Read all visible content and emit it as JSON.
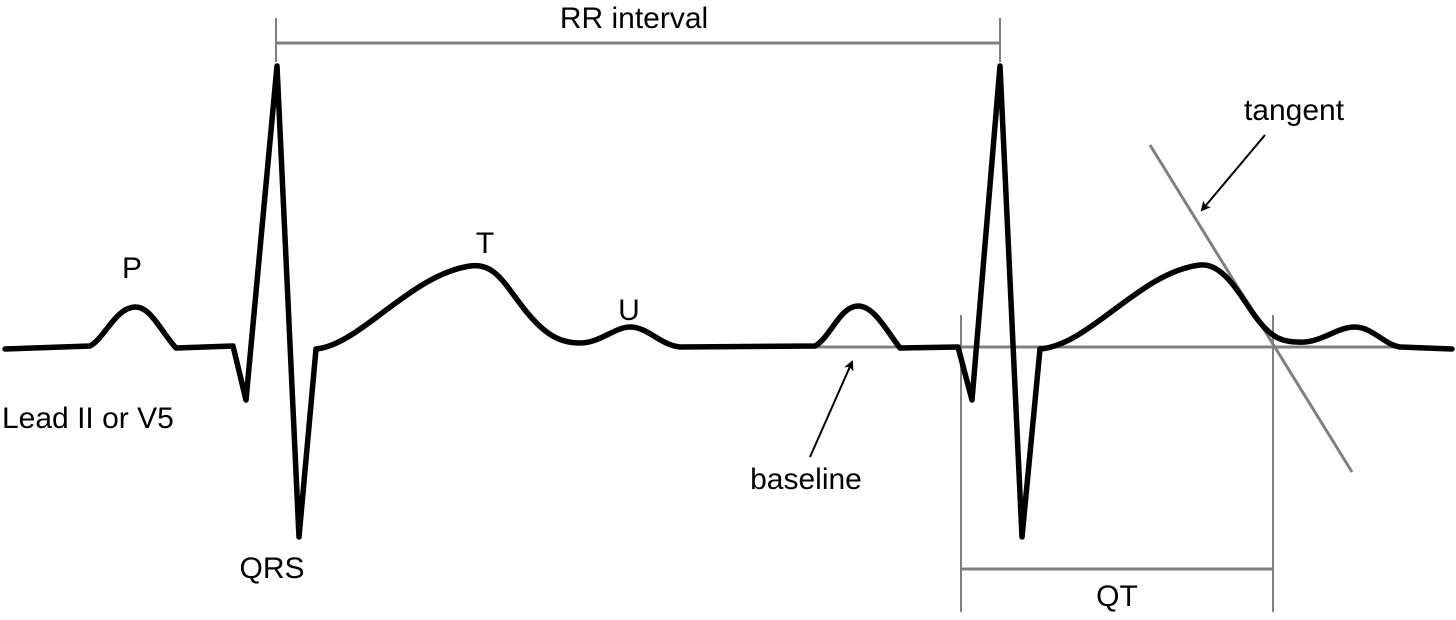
{
  "labels": {
    "rr_interval": "RR interval",
    "tangent": "tangent",
    "p_wave": "P",
    "t_wave": "T",
    "u_wave": "U",
    "qrs": "QRS",
    "lead": "Lead II or V5",
    "baseline": "baseline",
    "qt": "QT"
  },
  "colors": {
    "trace": "#000000",
    "guides": "#808080",
    "text": "#000000"
  }
}
